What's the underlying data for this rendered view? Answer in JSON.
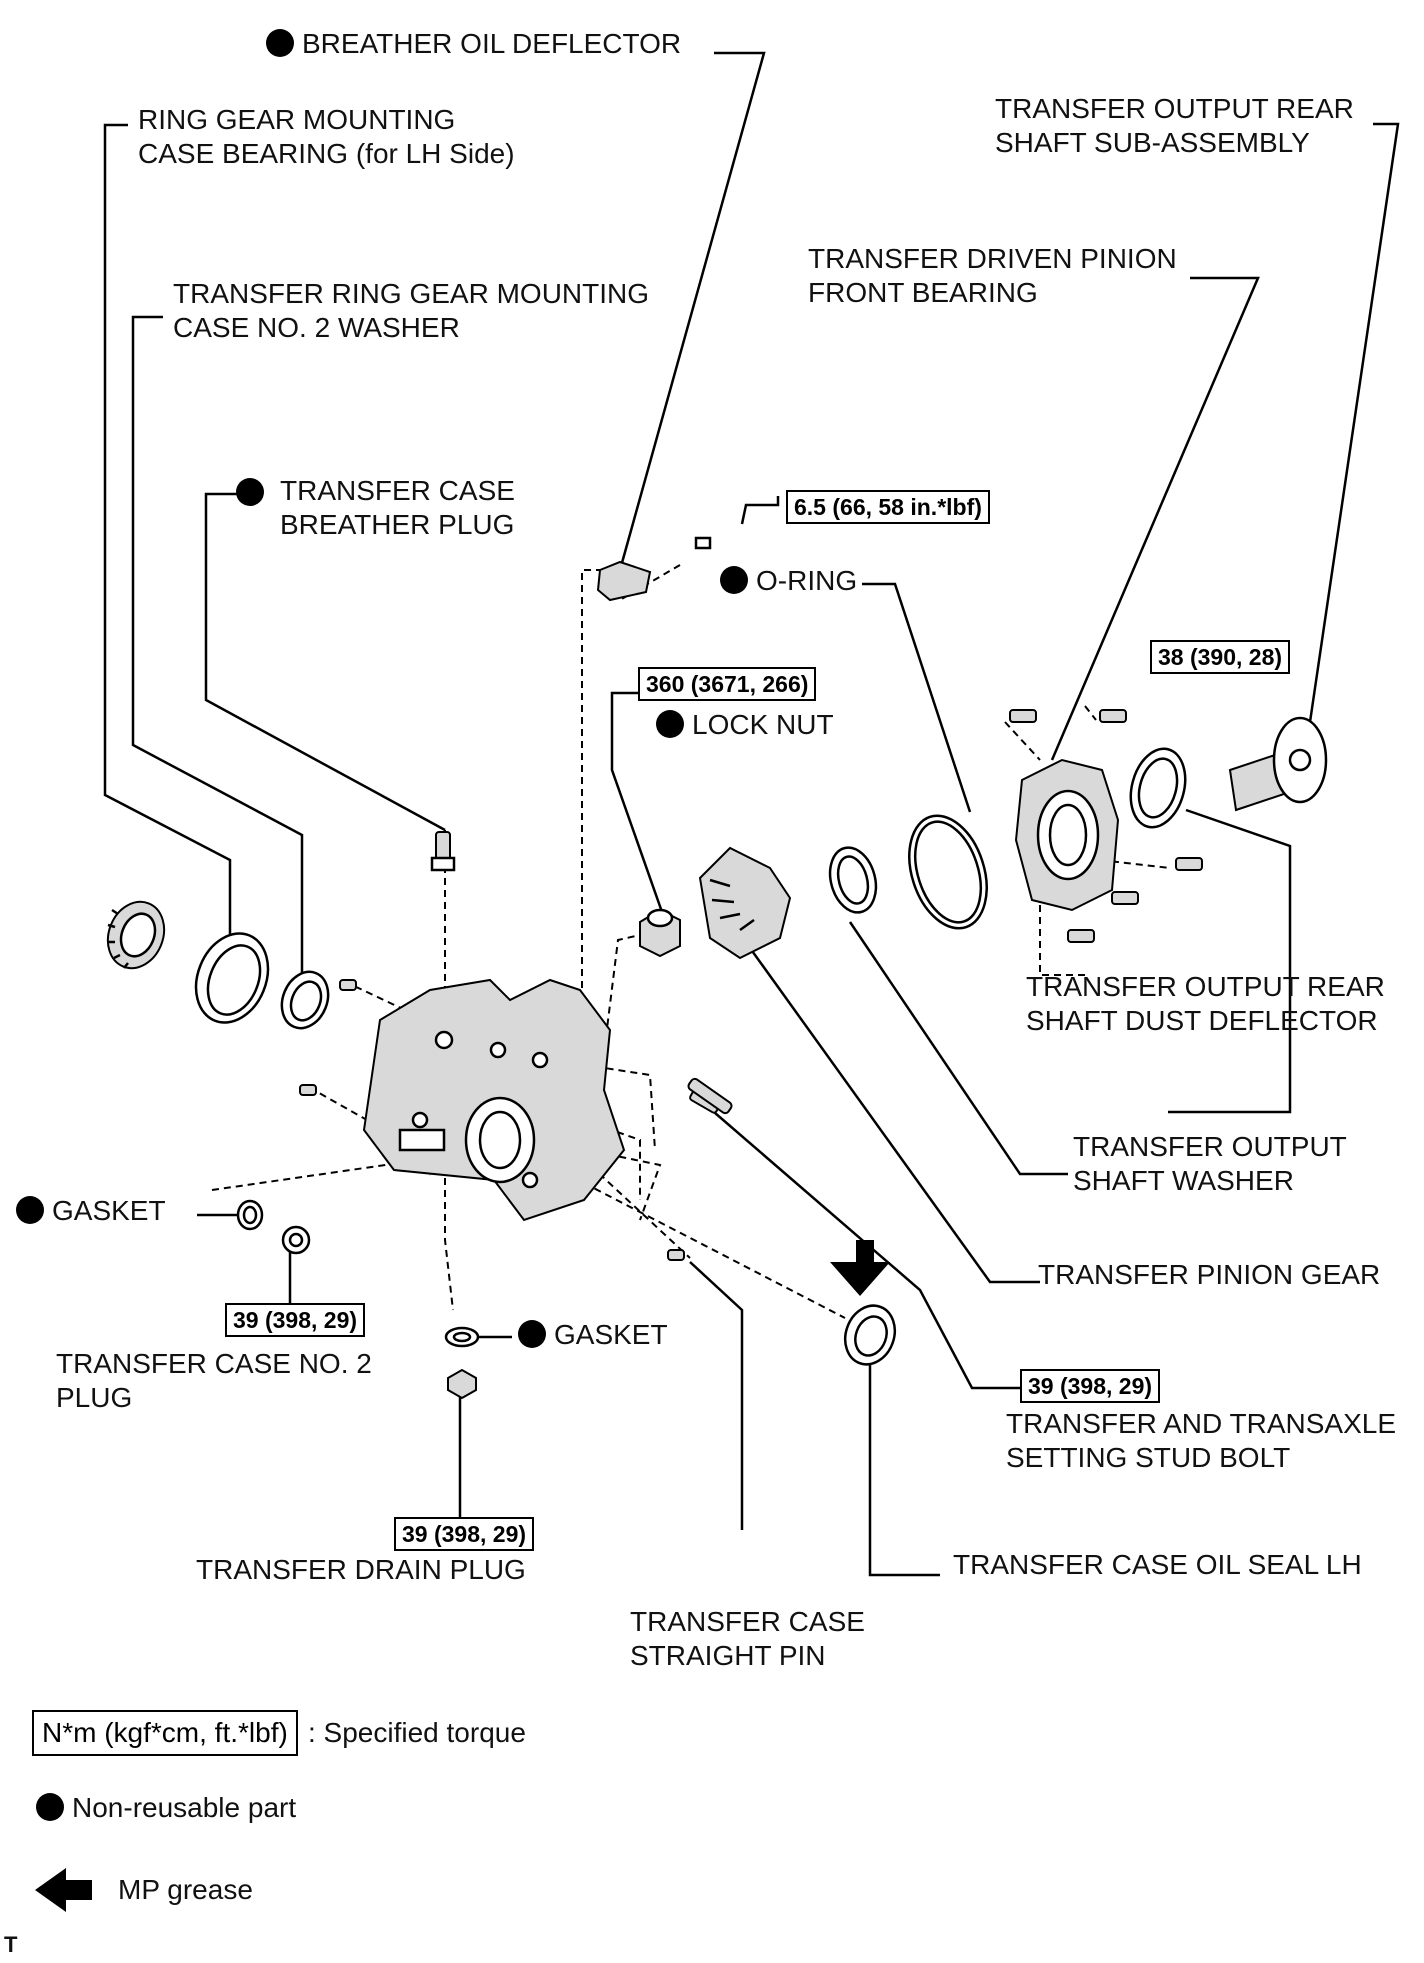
{
  "labels": {
    "breather_oil_deflector": "BREATHER OIL DEFLECTOR",
    "ring_gear_bearing_1": "RING GEAR MOUNTING",
    "ring_gear_bearing_2": "CASE BEARING  (for LH Side)",
    "no2_washer_1": "TRANSFER RING GEAR MOUNTING",
    "no2_washer_2": "CASE NO. 2 WASHER",
    "breather_plug_1": "TRANSFER CASE",
    "breather_plug_2": "BREATHER PLUG",
    "output_rear_shaft_1": "TRANSFER OUTPUT REAR",
    "output_rear_shaft_2": "SHAFT SUB-ASSEMBLY",
    "driven_pinion_bearing_1": "TRANSFER DRIVEN PINION",
    "driven_pinion_bearing_2": "FRONT BEARING",
    "o_ring": "O-RING",
    "lock_nut": "LOCK NUT",
    "dust_deflector_1": "TRANSFER OUTPUT REAR",
    "dust_deflector_2": "SHAFT DUST DEFLECTOR",
    "output_shaft_washer_1": "TRANSFER OUTPUT",
    "output_shaft_washer_2": "SHAFT WASHER",
    "gasket_left": "GASKET",
    "gasket_center": "GASKET",
    "pinion_gear": "TRANSFER PINION GEAR",
    "case_no2_plug_1": "TRANSFER CASE NO. 2",
    "case_no2_plug_2": "PLUG",
    "stud_bolt_1": "TRANSFER AND TRANSAXLE",
    "stud_bolt_2": "SETTING STUD BOLT",
    "drain_plug": "TRANSFER DRAIN PLUG",
    "oil_seal_lh": "TRANSFER CASE OIL SEAL LH",
    "straight_pin_1": "TRANSFER CASE",
    "straight_pin_2": "STRAIGHT PIN"
  },
  "torques": {
    "breather_deflector_bolt": "6.5 (66, 58 in.*lbf)",
    "lock_nut": "360 (3671, 266)",
    "rear_shaft_bolts": "38 (390, 28)",
    "case_no2_plug": "39 (398, 29)",
    "stud_bolt": "39 (398, 29)",
    "drain_plug": "39 (398, 29)"
  },
  "legend": {
    "torque_unit": "N*m (kgf*cm, ft.*lbf)",
    "torque_desc": ": Specified torque",
    "non_reusable": "Non-reusable part",
    "mp_grease": "MP grease"
  },
  "corner_mark": "T",
  "icons": {
    "non_reusable": "filled-circle-icon",
    "grease": "left-arrow-icon"
  }
}
